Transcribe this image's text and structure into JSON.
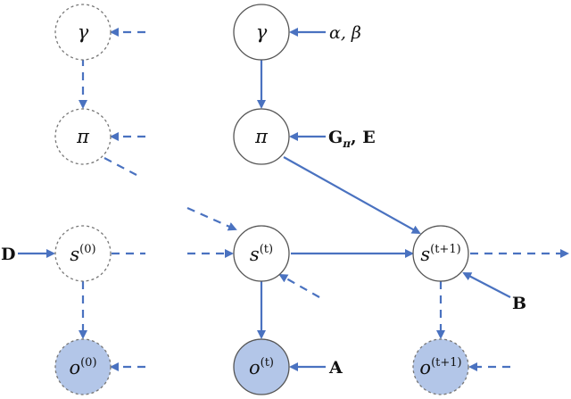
{
  "nodes": {
    "gamma_prev": {
      "sym": "γ"
    },
    "pi_prev": {
      "sym": "π"
    },
    "s0": {
      "sym": "s",
      "sup": "(0)"
    },
    "o0": {
      "sym": "o",
      "sup": "(0)"
    },
    "gamma": {
      "sym": "γ"
    },
    "pi": {
      "sym": "π"
    },
    "st": {
      "sym": "s",
      "sup": "(t)"
    },
    "ot": {
      "sym": "o",
      "sup": "(t)"
    },
    "st1": {
      "sym": "s",
      "sup": "(t+1)"
    },
    "ot1": {
      "sym": "o",
      "sup": "(t+1)"
    }
  },
  "inputs": {
    "alpha_beta": "α, β",
    "g_main": "G",
    "g_sub": "π",
    "e": ", E",
    "d": "D",
    "a": "A",
    "b": "B"
  },
  "colors": {
    "edge": "#4a72c0",
    "observed_fill": "#b3c6e8"
  }
}
